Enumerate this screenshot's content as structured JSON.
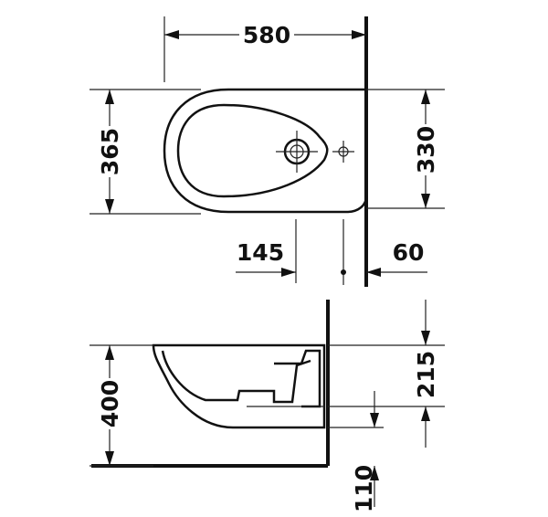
{
  "dimensions": {
    "width_580": "580",
    "depth_365": "365",
    "depth_330": "330",
    "offset_145": "145",
    "offset_60": "60",
    "height_400": "400",
    "height_215": "215",
    "height_110": "110"
  },
  "colors": {
    "line": "#111111",
    "background": "#ffffff"
  }
}
